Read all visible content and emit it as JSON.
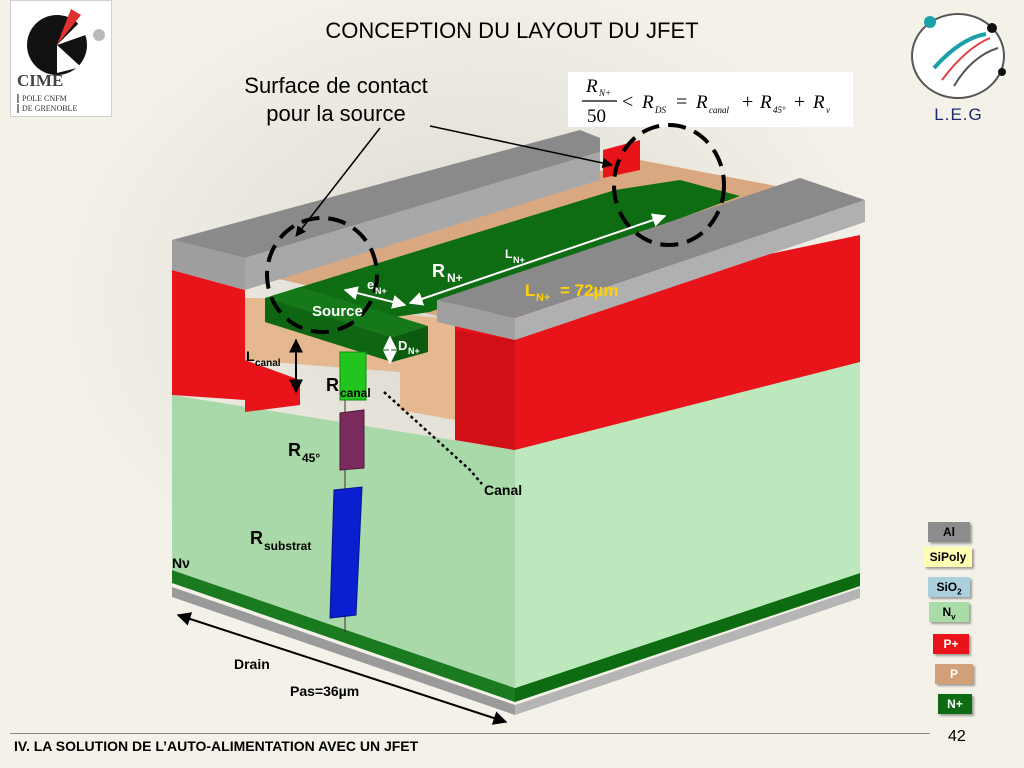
{
  "slide": {
    "title": "CONCEPTION DU LAYOUT DU JFET",
    "footer": "IV. LA SOLUTION DE L’AUTO-ALIMENTATION AVEC UN JFET",
    "page_number": "42"
  },
  "logos": {
    "cime": {
      "name": "CIME",
      "line1": "POLE CNFM",
      "line2": "DE GRENOBLE"
    },
    "leg": {
      "name": "L.E.G"
    }
  },
  "callout": {
    "line1": "Surface de contact",
    "line2": "pour la source"
  },
  "equation": {
    "numerator": "R",
    "numerator_sub": "N+",
    "denominator": "50",
    "lt": "<",
    "r1": "R",
    "r1_sub": "DS",
    "eq": "=",
    "r2": "R",
    "r2_sub": "canal",
    "plus1": "+",
    "r3": "R",
    "r3_sub": "45°",
    "plus2": "+",
    "r4": "R",
    "r4_sub": "v"
  },
  "labels": {
    "source": "Source",
    "e": "e",
    "e_sub": "N+",
    "rn": "R",
    "rn_sub": "N+",
    "ln": "L",
    "ln_sub": "N+",
    "ln_value_main": "L",
    "ln_value_sub": "N+",
    "ln_value_rest": "= 72µm",
    "d": "D",
    "d_sub": "N+",
    "lcanal": "L",
    "lcanal_sub": "canal",
    "rcanal": "R",
    "rcanal_sub": "canal",
    "r45": "R",
    "r45_sub": "45°",
    "canal": "Canal",
    "rsubstrat": "R",
    "rsubstrat_sub": "substrat",
    "nv": "Nν",
    "drain": "Drain",
    "pas": "Pas=36µm"
  },
  "legend": [
    {
      "label": "Al",
      "sub": "",
      "bg": "#8c8c8c",
      "fg": "#000000"
    },
    {
      "label": "SiPoly",
      "sub": "",
      "bg": "#ffffb3",
      "fg": "#000000"
    },
    {
      "label": "SiO",
      "sub": "2",
      "bg": "#a9d0dc",
      "fg": "#000000"
    },
    {
      "label": "N",
      "sub": "v",
      "bg": "#a8dca8",
      "fg": "#000000"
    },
    {
      "label": "P+",
      "sub": "",
      "bg": "#e8141a",
      "fg": "#ffffff"
    },
    {
      "label": "P",
      "sub": "",
      "bg": "#d2a078",
      "fg": "#ffffff"
    },
    {
      "label": "N+",
      "sub": "",
      "bg": "#0d6b12",
      "fg": "#ffffff"
    }
  ],
  "colors": {
    "aluminium": "#8c8c8c",
    "p_plus": "#e8141a",
    "p": "#d9a881",
    "nv": "#bfe6bf",
    "n_plus": "#0d6b12",
    "r45": "#7b2b5b",
    "rsubstrat": "#0a1fd0",
    "rcanal": "#22c41e",
    "ln_value": "#ffd200"
  }
}
